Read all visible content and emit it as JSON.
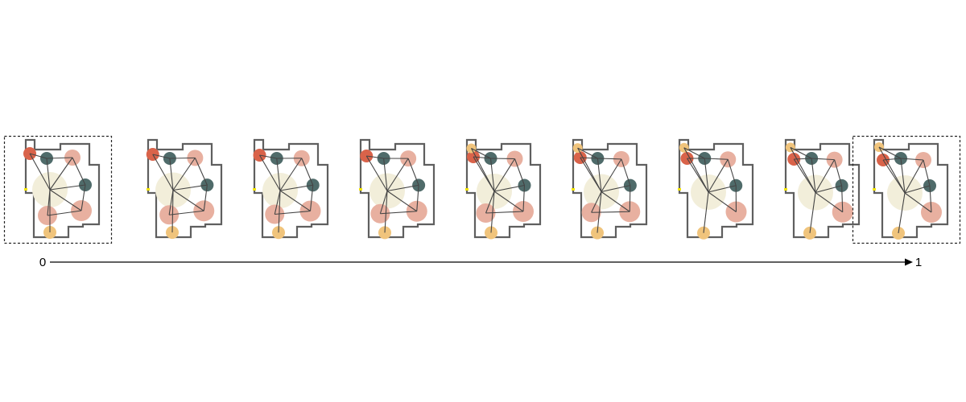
{
  "timeline": {
    "start_label": "0",
    "end_label": "1"
  },
  "frames": [
    {
      "step": 0,
      "highlighted": true
    },
    {
      "step": 1,
      "highlighted": false
    },
    {
      "step": 2,
      "highlighted": false
    },
    {
      "step": 3,
      "highlighted": false
    },
    {
      "step": 4,
      "highlighted": false
    },
    {
      "step": 5,
      "highlighted": false
    },
    {
      "step": 6,
      "highlighted": false
    },
    {
      "step": 7,
      "highlighted": false
    },
    {
      "step": 8,
      "highlighted": true
    }
  ],
  "colors": {
    "wall": "#5f5f5f",
    "edge": "#444444",
    "living": "#f2eeda",
    "red": "#d9634a",
    "teal": "#4f6b6a",
    "salmon": "#e8b0a0",
    "orange": "#f0c47c",
    "door": "#f5e600",
    "frame_border": "#222222"
  }
}
